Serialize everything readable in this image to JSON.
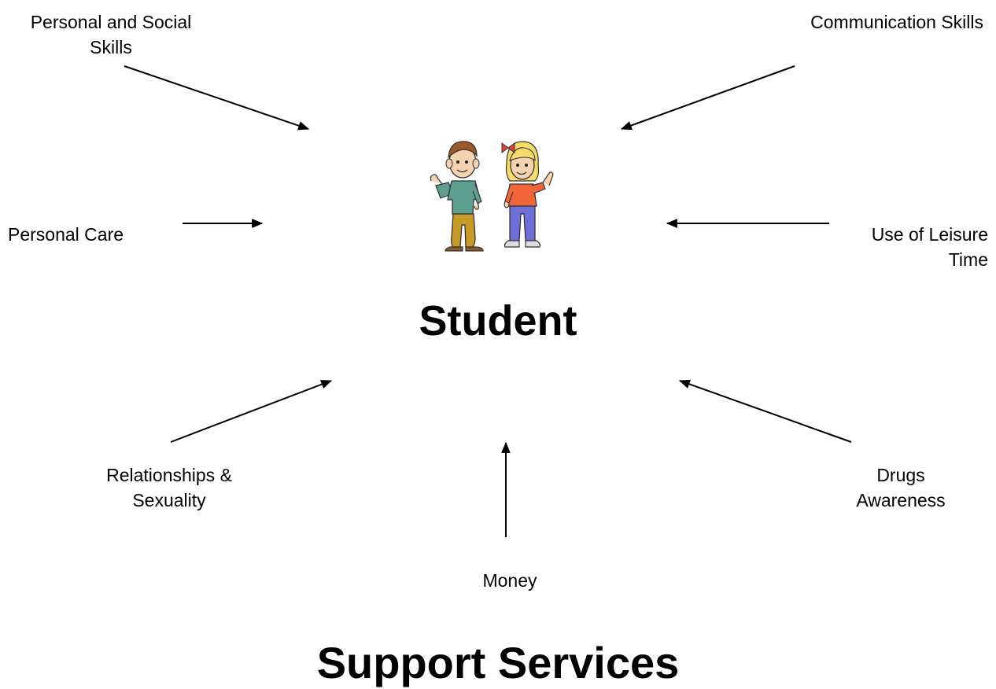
{
  "labels": {
    "personal_social": [
      "Personal and Social",
      "Skills"
    ],
    "communication": [
      "Communication Skills"
    ],
    "personal_care": [
      "Personal Care"
    ],
    "leisure": [
      "Use of Leisure",
      "Time"
    ],
    "relationships": [
      "Relationships &",
      "Sexuality"
    ],
    "drugs": [
      "Drugs",
      "Awareness"
    ],
    "money": [
      "Money"
    ]
  },
  "center_title": "Student",
  "footer_title": "Support Services",
  "illustration": "two-children-waving-clipart",
  "colors": {
    "text": "#000000",
    "arrow": "#000000",
    "boy_shirt": "#5f9f8f",
    "boy_pants": "#c89a2a",
    "girl_shirt": "#f0663a",
    "girl_pants": "#6f6fd8",
    "hair_boy": "#9a5a2a",
    "hair_girl": "#f5dc6a"
  }
}
